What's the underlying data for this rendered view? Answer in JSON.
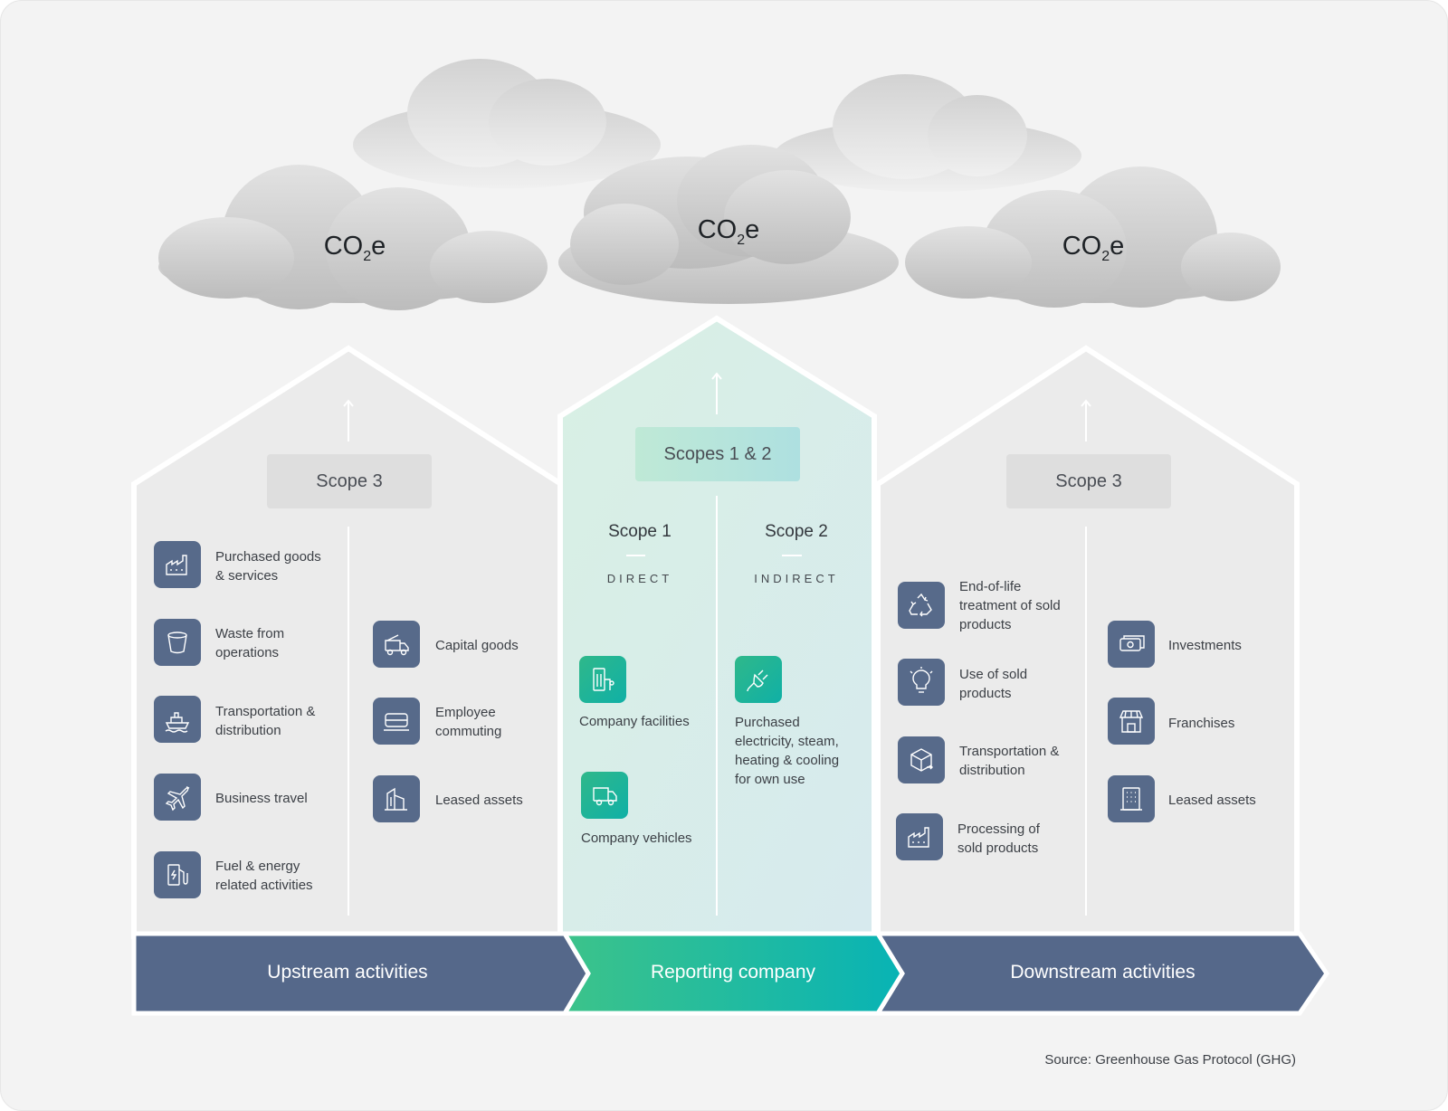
{
  "clouds": [
    {
      "label": "CO",
      "sub": "2",
      "suffix": "e"
    },
    {
      "label": "CO",
      "sub": "2",
      "suffix": "e"
    },
    {
      "label": "CO",
      "sub": "2",
      "suffix": "e"
    }
  ],
  "upstream": {
    "badge": "Scope 3",
    "left_items": [
      {
        "icon": "factory-icon",
        "label": "Purchased goods\n& services"
      },
      {
        "icon": "bin-icon",
        "label": "Waste from\noperations"
      },
      {
        "icon": "ship-icon",
        "label": "Transportation &\ndistribution"
      },
      {
        "icon": "plane-icon",
        "label": "Business travel"
      },
      {
        "icon": "fuel-pump-icon",
        "label": "Fuel & energy\nrelated activities"
      }
    ],
    "right_items": [
      {
        "icon": "truck-icon",
        "label": "Capital goods"
      },
      {
        "icon": "train-icon",
        "label": "Employee\ncommuting"
      },
      {
        "icon": "building-icon",
        "label": "Leased assets"
      }
    ],
    "footer": "Upstream activities"
  },
  "reporting": {
    "badge": "Scopes 1 & 2",
    "scope1": {
      "title": "Scope 1",
      "subtitle": "DIRECT",
      "items": [
        {
          "icon": "facility-icon",
          "label": "Company facilities"
        },
        {
          "icon": "van-icon",
          "label": "Company vehicles"
        }
      ]
    },
    "scope2": {
      "title": "Scope 2",
      "subtitle": "INDIRECT",
      "items": [
        {
          "icon": "plug-icon",
          "label": "Purchased\nelectricity, steam,\nheating & cooling\nfor own use"
        }
      ]
    },
    "footer": "Reporting company"
  },
  "downstream": {
    "badge": "Scope 3",
    "left_items": [
      {
        "icon": "recycle-icon",
        "label": "End-of-life\ntreatment of sold\nproducts"
      },
      {
        "icon": "bulb-icon",
        "label": "Use of sold\nproducts"
      },
      {
        "icon": "box-icon",
        "label": "Transportation &\ndistribution"
      },
      {
        "icon": "factory-icon",
        "label": "Processing of\nsold products"
      }
    ],
    "right_items": [
      {
        "icon": "money-icon",
        "label": "Investments"
      },
      {
        "icon": "store-icon",
        "label": "Franchises"
      },
      {
        "icon": "office-icon",
        "label": "Leased assets"
      }
    ],
    "footer": "Downstream activities"
  },
  "source": "Source: Greenhouse Gas Protocol (GHG)",
  "colors": {
    "navy": "#576a8a",
    "green_start": "#3cc38a",
    "green_end": "#08b3b5",
    "house": "#ebebeb",
    "background": "#f3f3f3"
  }
}
